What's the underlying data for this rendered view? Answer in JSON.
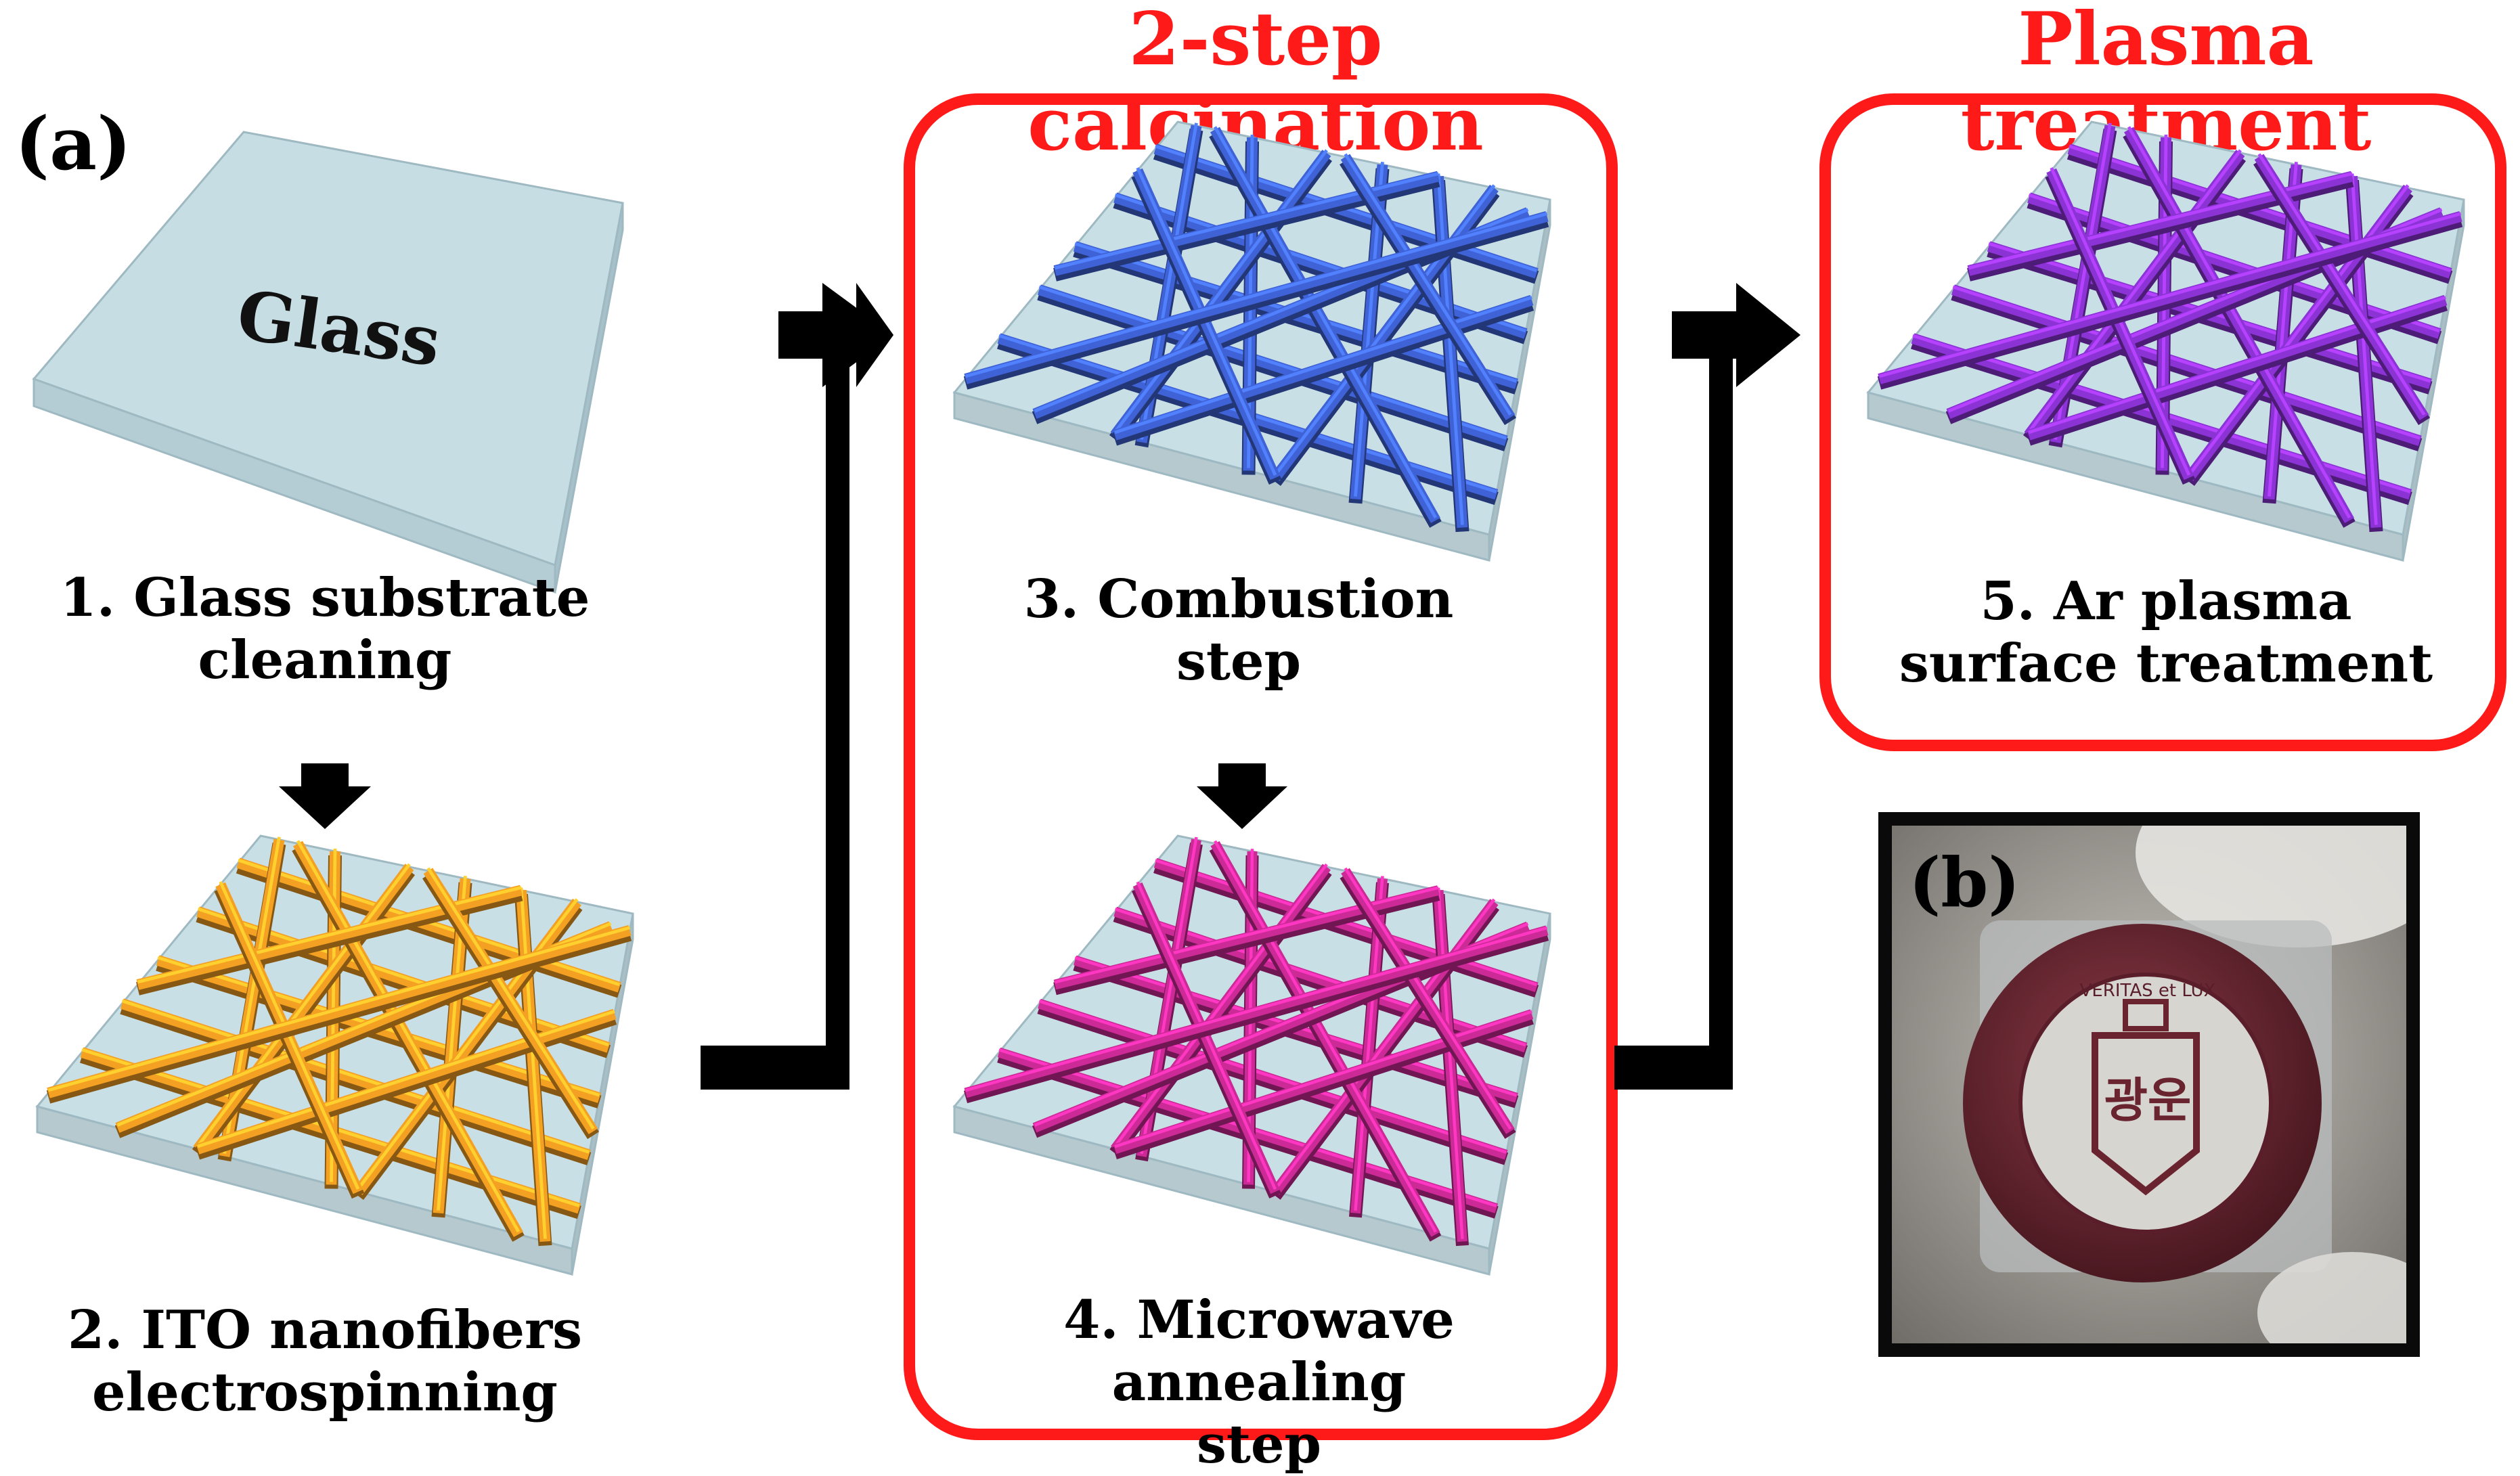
{
  "panel_a_label": "(a)",
  "panel_b_label": "(b)",
  "headings": {
    "calcination": "2-step calcination",
    "plasma": "Plasma treatment"
  },
  "glass_text": "Glass",
  "steps": [
    {
      "line1": "1. Glass substrate",
      "line2": "cleaning"
    },
    {
      "line1": "2. ITO nanofibers",
      "line2": "electrospinning"
    },
    {
      "line1": "3. Combustion",
      "line2": "step"
    },
    {
      "line1": "4. Microwave annealing",
      "line2": "step"
    },
    {
      "line1": "5. Ar plasma",
      "line2": "surface treatment"
    }
  ],
  "photo": {
    "seal_top_text": "VERITAS et LUX",
    "seal_center_text": "광운"
  },
  "colors": {
    "accent_red": "#ff1a1a",
    "glass_fill": "#c9dfe6",
    "fiber_orange": "#f4a023",
    "fiber_blue": "#3f63d6",
    "fiber_magenta": "#cc2a96",
    "fiber_purple": "#8c33d6"
  }
}
